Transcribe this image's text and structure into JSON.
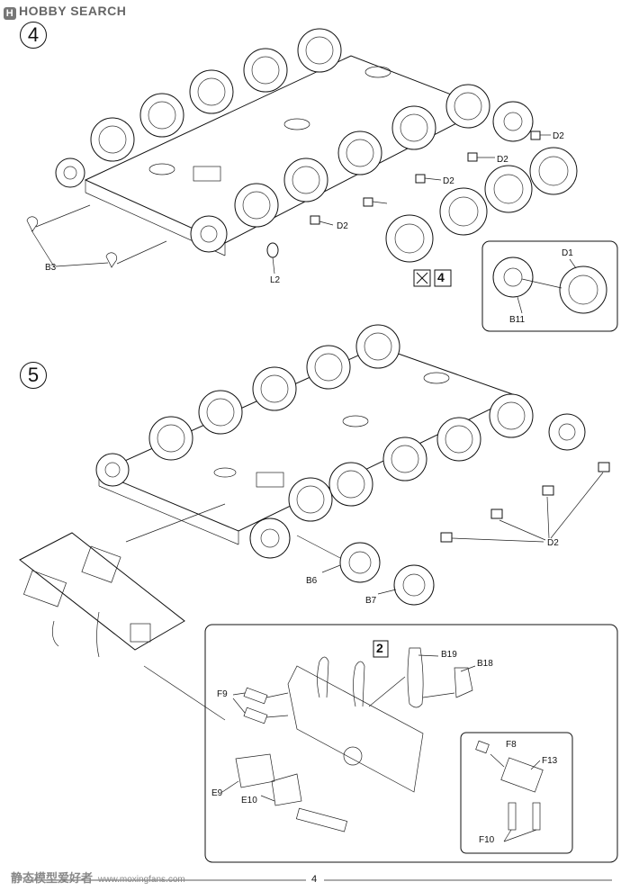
{
  "watermark": {
    "logo_text": "HOBBY SEARCH",
    "logo_mark": "H",
    "footer_text": "静态模型爱好者",
    "footer_url": "www.moxingfans.com"
  },
  "page_number": "4",
  "steps": [
    {
      "number": "4",
      "labels": {
        "b3": "B3",
        "l2": "L2",
        "d2a": "D2",
        "d2b": "D2",
        "d2c": "D2",
        "d2d": "D2",
        "d1": "D1",
        "b11": "B11"
      },
      "callout_count": "4"
    },
    {
      "number": "5",
      "labels": {
        "d2": "D2",
        "b6": "B6",
        "b7": "B7",
        "f9": "F9",
        "e9": "E9",
        "e10": "E10",
        "b19": "B19",
        "b18": "B18",
        "f8": "F8",
        "f13": "F13",
        "f10": "F10"
      },
      "callout_count": "2"
    }
  ]
}
